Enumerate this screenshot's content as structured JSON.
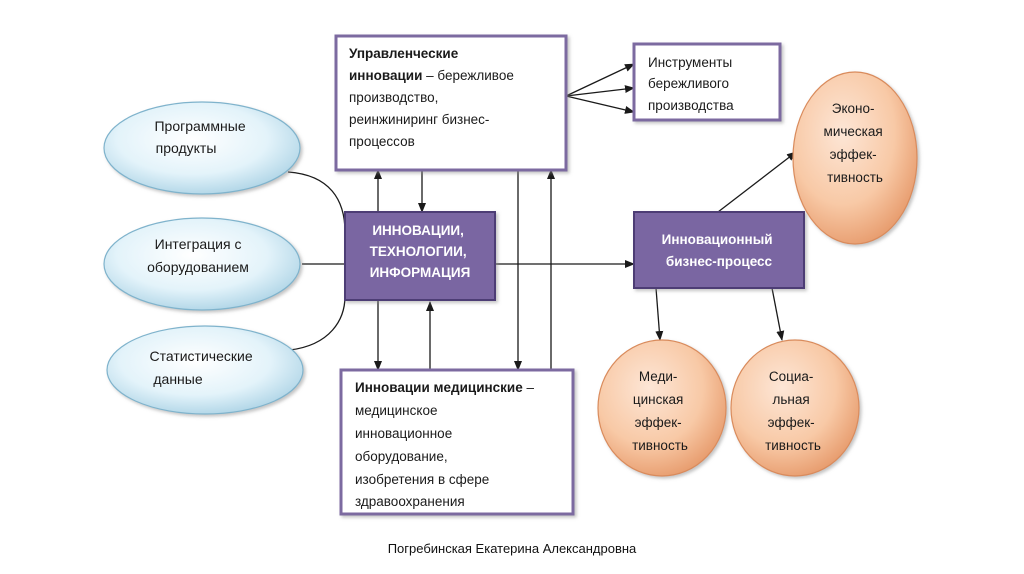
{
  "diagram": {
    "left_ovals": {
      "software": [
        "Программные",
        "продукты"
      ],
      "equipment": [
        "Интеграция с",
        "оборудованием"
      ],
      "statistics": [
        "Статистические",
        "данные"
      ]
    },
    "center_box": [
      "ИННОВАЦИИ,",
      "ТЕХНОЛОГИИ,",
      "ИНФОРМАЦИЯ"
    ],
    "management_box": {
      "title_line1": "Управленческие",
      "title_line2": "инновации",
      "tail_line2": " – бережливое",
      "lines": [
        "производство,",
        "реинжиниринг бизнес-",
        "процессов"
      ]
    },
    "tools_box": [
      "Инструменты",
      "бережливого",
      "производства"
    ],
    "medical_box": {
      "title": "Инновации медицинские",
      "dash": " –",
      "lines": [
        "медицинское",
        "инновационное",
        "оборудование,",
        "изобретения в сфере",
        "здравоохранения"
      ]
    },
    "process_box": [
      "Инновационный",
      "бизнес-процесс"
    ],
    "effects": {
      "economic": [
        "Эконо-",
        "мическая",
        "эффек-",
        "тивность"
      ],
      "medical": [
        "Меди-",
        "цинская",
        "эффек-",
        "тивность"
      ],
      "social": [
        "Социа-",
        "льная",
        "эффек-",
        "тивность"
      ]
    }
  },
  "colors": {
    "purple": "#7a66a2",
    "purple_border": "#4e3e74",
    "frame_border": "#7b6aa0",
    "blue_oval": "#d6edf6",
    "peach_oval": "#f7c6a3"
  },
  "footer": {
    "author": "Погребинская Екатерина Александровна"
  }
}
